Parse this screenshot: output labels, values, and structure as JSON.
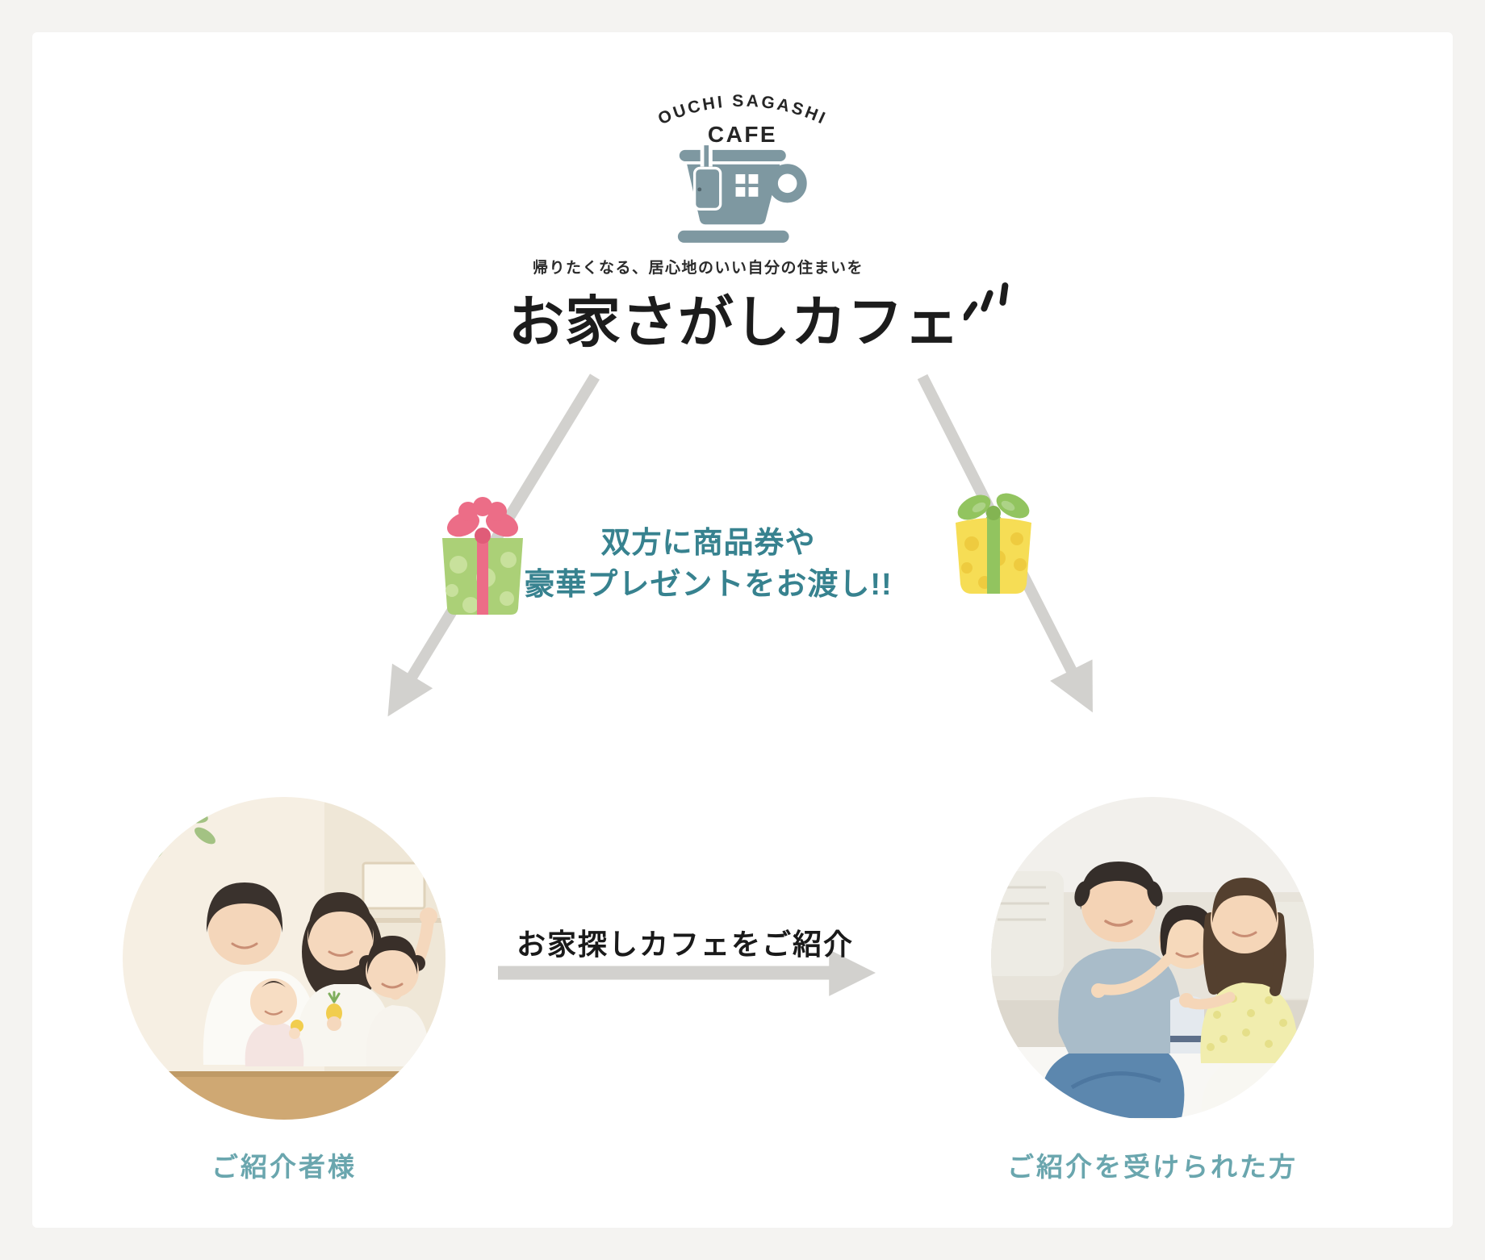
{
  "page": {
    "background_color": "#f4f3f1",
    "card_background_color": "#ffffff"
  },
  "logo": {
    "arc_text": "OUCHI SAGASHI",
    "cafe_text": "CAFE",
    "cup_color": "#7e98a1",
    "tagline": "帰りたくなる、居心地のいい自分の住まいを",
    "title": "お家さがしカフェ"
  },
  "reward_message": {
    "line1": "双方に商品券や",
    "line2": "豪華プレゼントをお渡し!!",
    "text_color": "#37828f"
  },
  "gifts": {
    "left_gift": {
      "box_color": "#abd077",
      "dot_color": "#c8e19c",
      "ribbon_color": "#ec6d87"
    },
    "right_gift": {
      "box_color": "#f6dd55",
      "dot_color": "#eecb3f",
      "ribbon_color": "#92c45f"
    }
  },
  "flow": {
    "arrow_color": "#d2d1ce",
    "referral_arrow_label": "お家探しカフェをご紹介",
    "referrer_label": "ご紹介者様",
    "referred_label": "ご紹介を受けられた方",
    "label_color": "#6aa6ae"
  }
}
